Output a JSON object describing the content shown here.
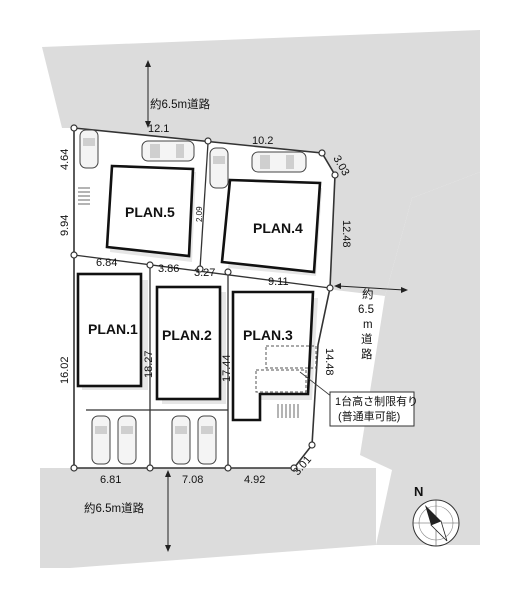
{
  "roads": {
    "north_label": "約6.5m道路",
    "south_label": "約6.5m道路",
    "east_label_lines": [
      "約",
      "6.5",
      "m",
      "道",
      "路"
    ]
  },
  "plans": [
    {
      "id": "plan1",
      "label": "PLAN.1"
    },
    {
      "id": "plan2",
      "label": "PLAN.2"
    },
    {
      "id": "plan3",
      "label": "PLAN.3"
    },
    {
      "id": "plan4",
      "label": "PLAN.4"
    },
    {
      "id": "plan5",
      "label": "PLAN.5"
    }
  ],
  "dimensions": {
    "north_left": "12.1",
    "north_right": "10.2",
    "ne_corner": "3.03",
    "east_upper": "12.48",
    "east_lower": "14.48",
    "se_corner": "3.01",
    "west_top": "4.64",
    "west_mid": "9.94",
    "west_lower": "16.02",
    "mid_a": "6.84",
    "mid_b": "3.86",
    "mid_c": "3.27",
    "mid_d": "9.11",
    "plan2_side": "18.27",
    "plan3_side": "17.44",
    "south_a": "6.81",
    "south_b": "7.08",
    "south_c": "4.92",
    "plan5_small": "2.09"
  },
  "note": {
    "line1": "1台高さ制限有り",
    "line2": "(普通車可能)"
  },
  "compass": {
    "north_letter": "N"
  }
}
